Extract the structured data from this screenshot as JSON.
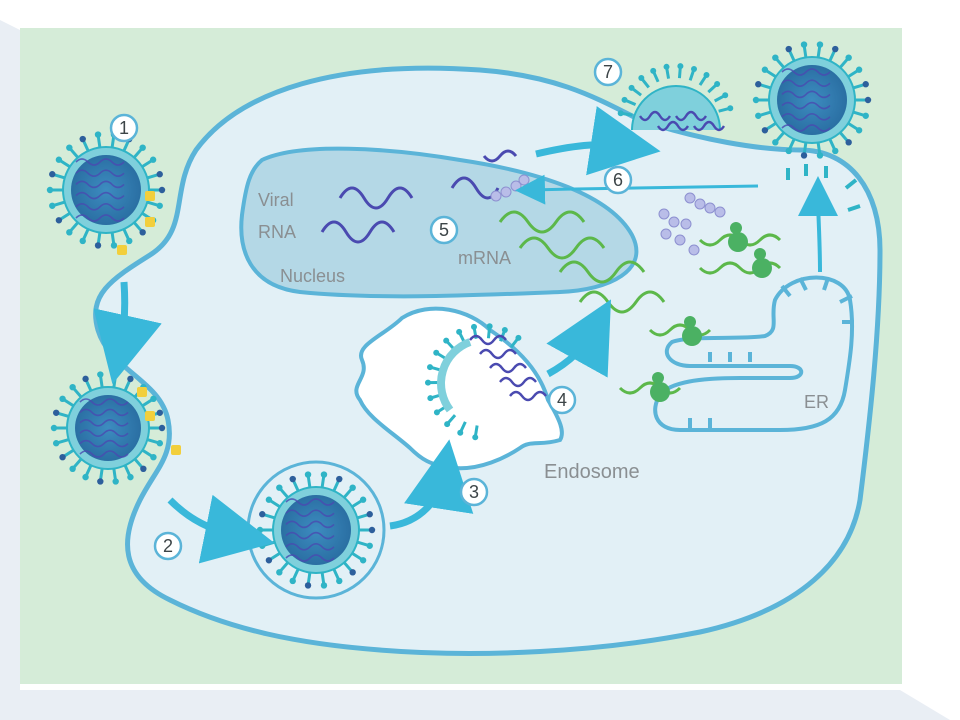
{
  "labels": {
    "viral": "Viral",
    "rna": "RNA",
    "nucleus": "Nucleus",
    "mrna": "mRNA",
    "endosome": "Endosome",
    "er": "ER"
  },
  "steps": [
    "1",
    "2",
    "3",
    "4",
    "5",
    "6",
    "7"
  ],
  "colors": {
    "background": "#d5ecd8",
    "cell_fill": "#e2f0f6",
    "membrane": "#5bb4d8",
    "nucleus_fill": "#b4d8e6",
    "arrow": "#39b8da",
    "virus_spike": "#2fb4c6",
    "virus_core": "#2e7eb2",
    "viral_rna": "#4a4ab0",
    "mrna": "#5cb84a",
    "ribosome": "#4bb163",
    "protein": "#b9bde8",
    "receptor": "#f2cf3c"
  }
}
